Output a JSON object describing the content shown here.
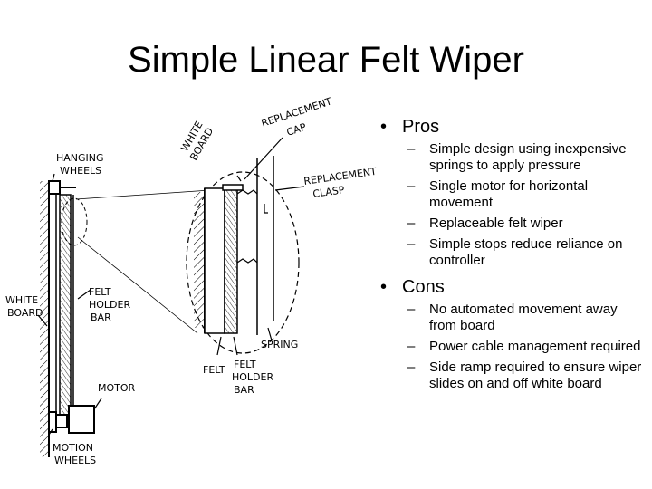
{
  "slide": {
    "title": "Simple Linear Felt Wiper"
  },
  "sketch": {
    "labels": {
      "hanging_wheels": [
        "HANGING",
        "WHEELS"
      ],
      "white_board_left": [
        "WHITE",
        "BOARD"
      ],
      "felt_holder_bar_left": [
        "FELT",
        "HOLDER",
        "BAR"
      ],
      "motor": [
        "MOTOR"
      ],
      "motion_wheels": [
        "MOTION",
        "WHEELS"
      ],
      "white_board_detail": [
        "WHITE",
        "BOARD"
      ],
      "replacement_cap": [
        "REPLACEMENT",
        "CAP"
      ],
      "replacement_clasp": [
        "REPLACEMENT",
        "CLASP"
      ],
      "spring": [
        "SPRING"
      ],
      "felt": [
        "FELT"
      ],
      "felt_holder_bar_detail": [
        "FELT",
        "HOLDER",
        "BAR"
      ]
    }
  },
  "bullets": [
    {
      "heading": "Pros",
      "items": [
        "Simple design using inexpensive springs to apply pressure",
        "Single motor for horizontal movement",
        "Replaceable felt wiper",
        "Simple stops reduce reliance on controller"
      ]
    },
    {
      "heading": "Cons",
      "items": [
        "No automated movement away from board",
        "Power cable management required",
        "Side ramp required to ensure wiper slides on and off white board"
      ]
    }
  ]
}
